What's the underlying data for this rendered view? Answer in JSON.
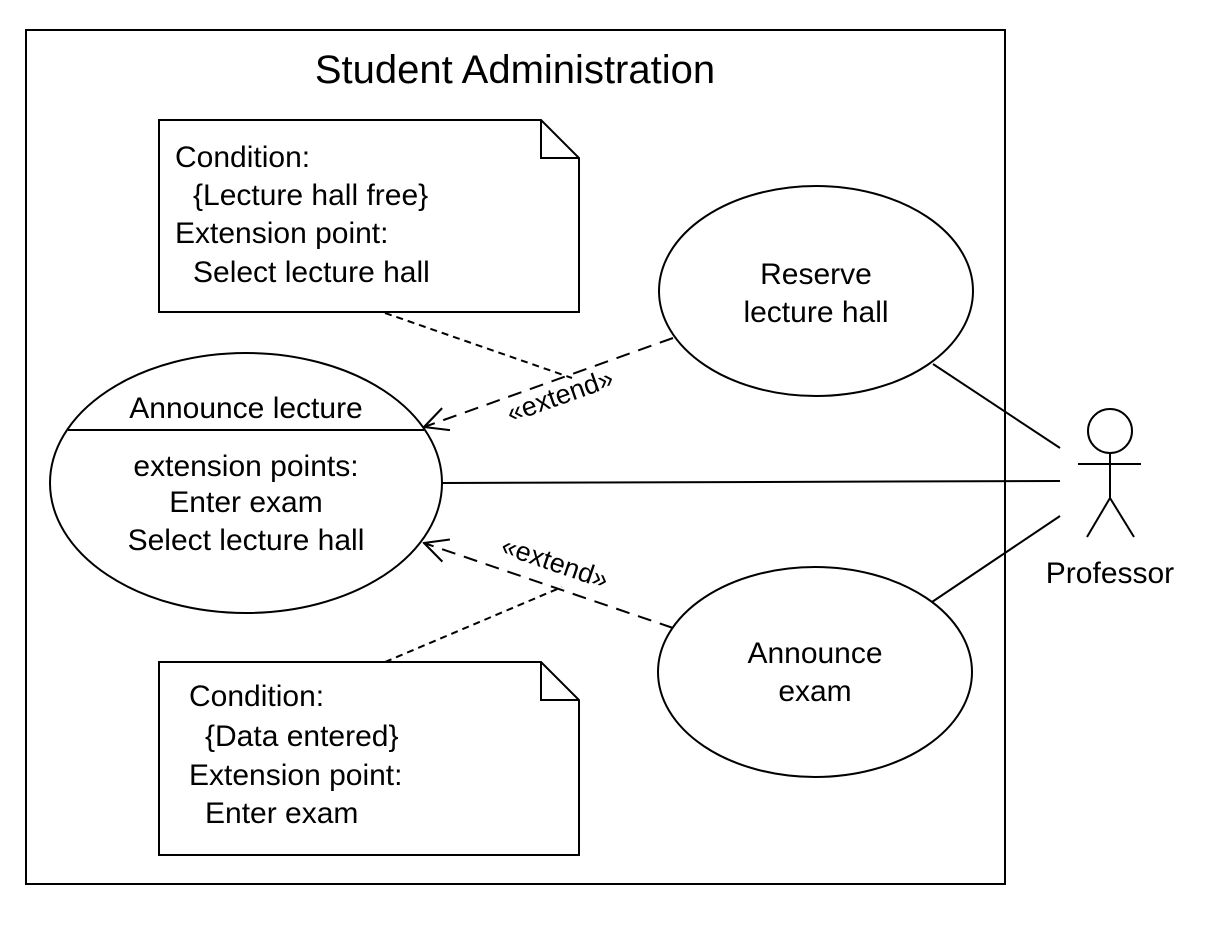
{
  "system": {
    "title": "Student Administration"
  },
  "use_cases": {
    "announce_lecture": {
      "name": "Announce lecture",
      "ext_header": "extension points:",
      "ext_points": [
        "Enter exam",
        "Select lecture hall"
      ]
    },
    "reserve_lecture_hall": {
      "lines": [
        "Reserve",
        "lecture hall"
      ]
    },
    "announce_exam": {
      "lines": [
        "Announce",
        "exam"
      ]
    }
  },
  "notes": {
    "top": {
      "lines": [
        "Condition:",
        "{Lecture hall free}",
        "Extension point:",
        "Select lecture hall"
      ]
    },
    "bottom": {
      "lines": [
        "Condition:",
        "{Data entered}",
        "Extension point:",
        "Enter exam"
      ]
    }
  },
  "relations": {
    "extend_top": "«extend»",
    "extend_bottom": "«extend»"
  },
  "actor": {
    "name": "Professor"
  }
}
